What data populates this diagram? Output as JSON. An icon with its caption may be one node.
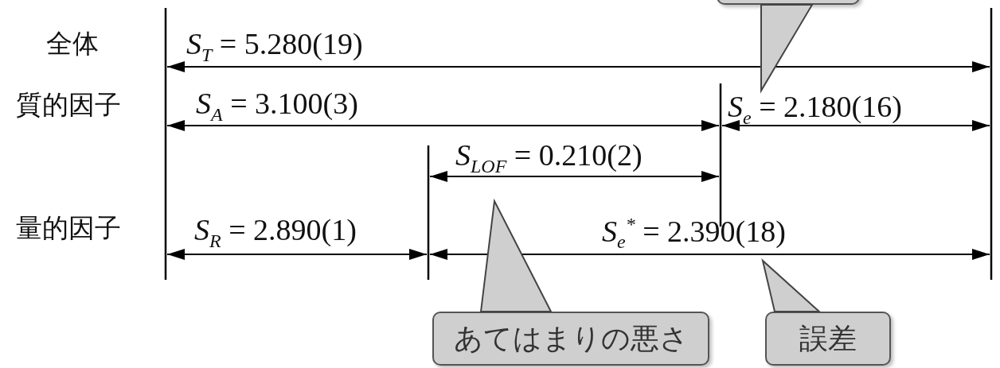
{
  "diagram": {
    "nodes": [
      {
        "text": [],
        "shape": "callout"
      },
      {
        "text": [
          "あてはまりの悪さ"
        ]
      },
      {
        "text": [
          "誤差"
        ]
      }
    ],
    "edges": [
      {
        "from": 0,
        "to": null,
        "arrow": "to"
      },
      {
        "from": 1,
        "to": null,
        "arrow": "to"
      },
      {
        "from": 2,
        "to": null,
        "arrow": "to"
      }
    ],
    "labels": [
      "全体",
      "*S*$_{T}$ = 5.280(19)",
      "質的因子",
      "*S*$_{A}$ = 3.100(3)",
      "*S*$_{e}$ = 2.180(16)",
      "*S*$_{LOF}$ = 0.210(2)",
      "量的因子",
      "*S*$_{R}$ = 2.890(1)",
      "*S*$_{e}$$^{*}$ = 2.390(18)"
    ]
  }
}
